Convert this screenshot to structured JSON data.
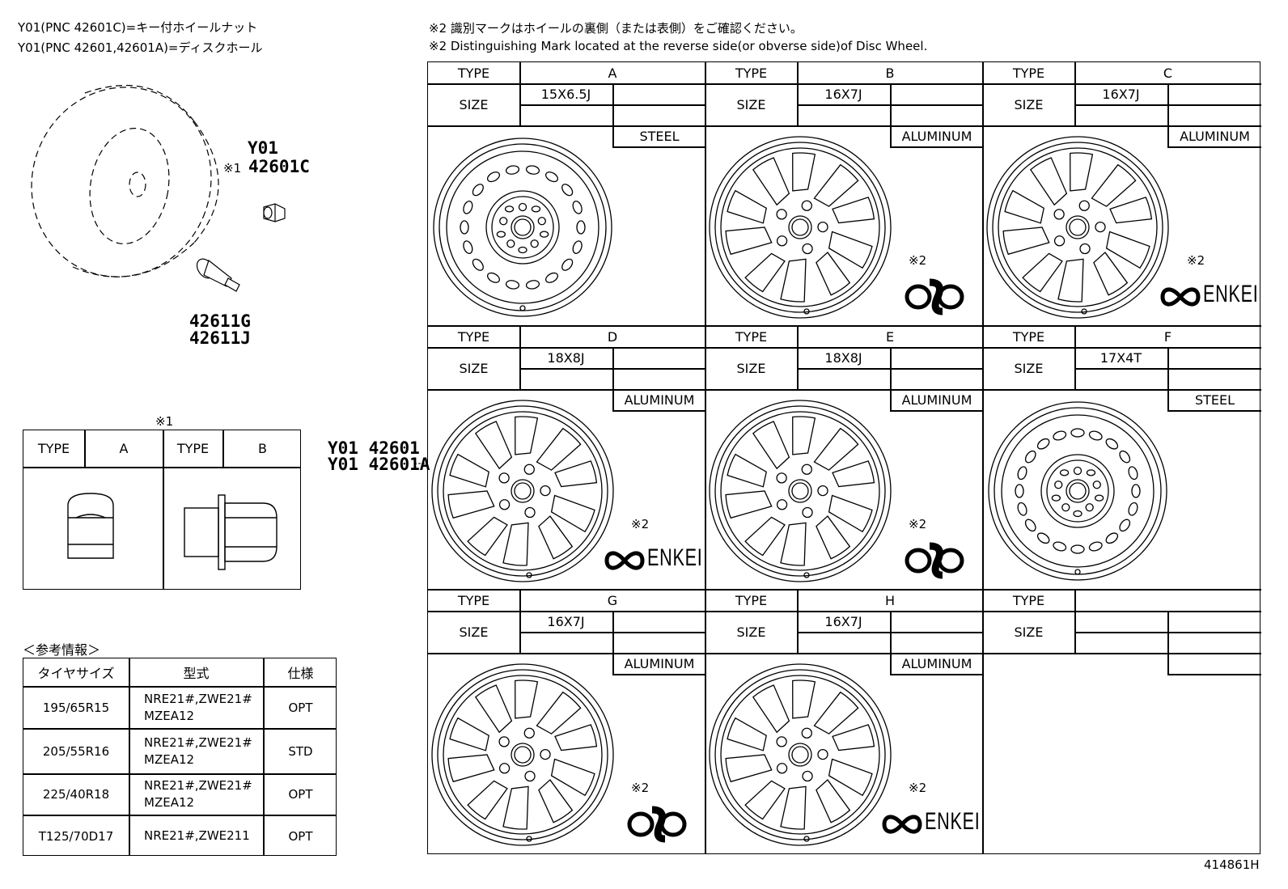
{
  "header": {
    "jp_line1": "Y01(PNC 42601C)=キー付ホイールナット",
    "jp_line2": "Y01(PNC 42601,42601A)=ディスクホール"
  },
  "notes": {
    "jp": "※2 識別マークはホイールの裏側（または表側）をご確認ください。",
    "en": "※2 Distinguishing Mark located at the reverse side(or obverse side)of Disc Wheel."
  },
  "parts": {
    "y01_top": "Y01",
    "note1_mark": "※1",
    "pn_42601c": "42601C",
    "pn_42611g": "42611G",
    "pn_42611j": "42611J",
    "y01_42601": "Y01 42601",
    "y01_42601a": "Y01 42601A"
  },
  "nut_table": {
    "mark": "※1",
    "cols": [
      {
        "type_label": "TYPE",
        "type": "A"
      },
      {
        "type_label": "TYPE",
        "type": "B"
      }
    ]
  },
  "reference": {
    "title": "＜参考情報＞",
    "headers": [
      "タイヤサイズ",
      "型式",
      "仕様"
    ],
    "rows": [
      {
        "size": "195/65R15",
        "model1": "NRE21#,ZWE21#",
        "model2": "MZEA12",
        "spec": "OPT"
      },
      {
        "size": "205/55R16",
        "model1": "NRE21#,ZWE21#",
        "model2": "MZEA12",
        "spec": "STD"
      },
      {
        "size": "225/40R18",
        "model1": "NRE21#,ZWE21#",
        "model2": "MZEA12",
        "spec": "OPT"
      },
      {
        "size": "T125/70D17",
        "model1": "NRE21#,ZWE211",
        "model2": "",
        "spec": "OPT"
      }
    ]
  },
  "wheels": [
    {
      "type_label": "TYPE",
      "size_label": "SIZE",
      "type": "A",
      "size": "15X6.5J",
      "material": "STEEL",
      "note": "",
      "logo": ""
    },
    {
      "type_label": "TYPE",
      "size_label": "SIZE",
      "type": "B",
      "size": "16X7J",
      "material": "ALUMINUM",
      "note": "※2",
      "logo": "chain-logo"
    },
    {
      "type_label": "TYPE",
      "size_label": "SIZE",
      "type": "C",
      "size": "16X7J",
      "material": "ALUMINUM",
      "note": "※2",
      "logo": "ENKEI"
    },
    {
      "type_label": "TYPE",
      "size_label": "SIZE",
      "type": "D",
      "size": "18X8J",
      "material": "ALUMINUM",
      "note": "※2",
      "logo": "ENKEI"
    },
    {
      "type_label": "TYPE",
      "size_label": "SIZE",
      "type": "E",
      "size": "18X8J",
      "material": "ALUMINUM",
      "note": "※2",
      "logo": "chain-logo"
    },
    {
      "type_label": "TYPE",
      "size_label": "SIZE",
      "type": "F",
      "size": "17X4T",
      "material": "STEEL",
      "note": "",
      "logo": ""
    },
    {
      "type_label": "TYPE",
      "size_label": "SIZE",
      "type": "G",
      "size": "16X7J",
      "material": "ALUMINUM",
      "note": "※2",
      "logo": "chain-logo"
    },
    {
      "type_label": "TYPE",
      "size_label": "SIZE",
      "type": "H",
      "size": "16X7J",
      "material": "ALUMINUM",
      "note": "※2",
      "logo": "ENKEI"
    },
    {
      "type_label": "TYPE",
      "size_label": "SIZE",
      "type": "",
      "size": "",
      "material": "",
      "note": "",
      "logo": ""
    }
  ],
  "footer": {
    "code": "414861H"
  }
}
